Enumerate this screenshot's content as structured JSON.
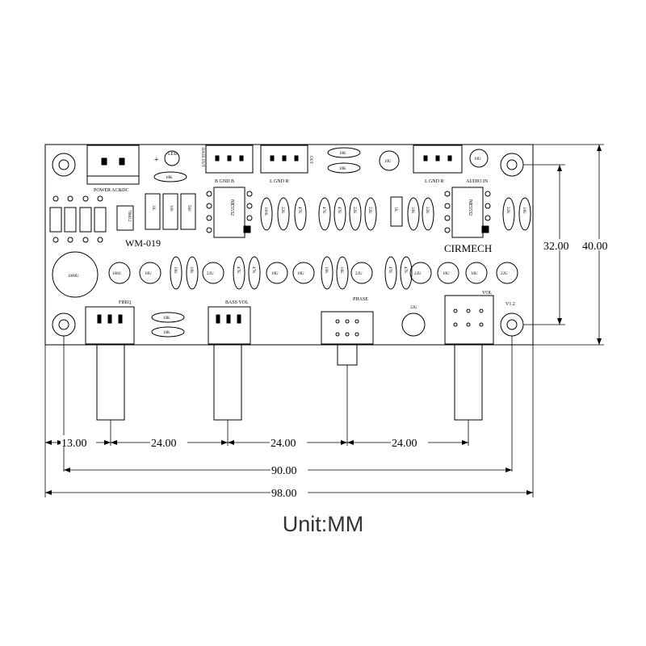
{
  "board": {
    "model": "WM-019",
    "brand": "CIRMECH",
    "labels": {
      "power": "POWER AC&DC",
      "led": "LED",
      "bass_out": "BASS OUT",
      "b_gnd_b": "B  GND  B",
      "l_gnd_r": "L  GND  R",
      "out": "OUT",
      "audio_in": "AUDIO IN",
      "l_gnd_r_2": "L  GND  R",
      "freq": "FREQ",
      "bass_vol": "BASS VOL",
      "phase": "PHASE",
      "vol": "VOL",
      "version": "V1.2",
      "ic_1": "NE5532",
      "ic_2": "NE5532",
      "reg": "78M12"
    },
    "components": {
      "res_10k": "10K",
      "res_47k": "47K",
      "res_22k": "22K",
      "res_100k": "100K",
      "res_560": "560",
      "res_ohm": "300",
      "res_1k": "1K",
      "cap_1000u": "1000U",
      "cap_10u": "10U",
      "cap_22u": "22U",
      "cap_100u": "100U",
      "cap_10u_alt": "10U",
      "cap_22u_alt": "22U",
      "plus": "+"
    }
  },
  "dimensions": {
    "width_total": "98.00",
    "hole_spacing_x": "90.00",
    "height_total": "40.00",
    "hole_spacing_y": "32.00",
    "pot_offset": "13.00",
    "pot_pitch_1": "24.00",
    "pot_pitch_2": "24.00",
    "pot_pitch_3": "24.00"
  },
  "caption": "Unit:MM"
}
